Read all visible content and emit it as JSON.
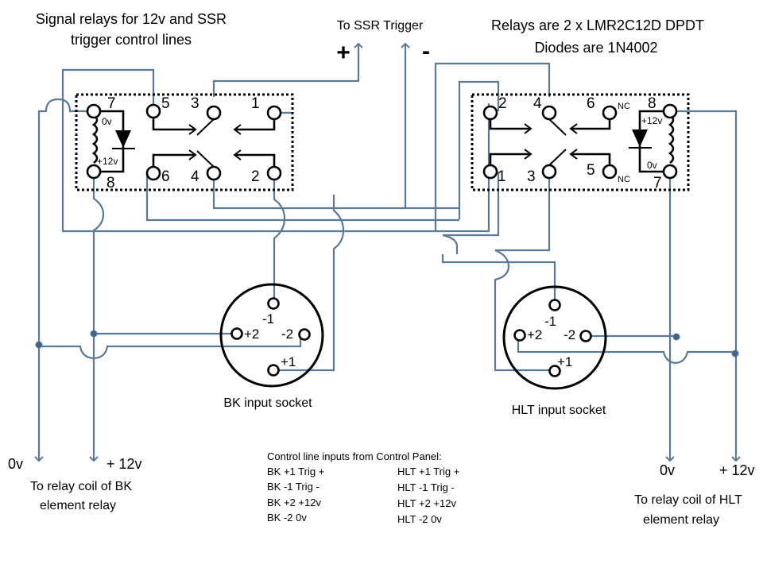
{
  "title_left": [
    "Signal relays for 12v and SSR",
    "trigger control lines"
  ],
  "title_right": [
    "Relays are  2 x LMR2C12D DPDT",
    "Diodes are 1N4002"
  ],
  "ssr": {
    "label": "To SSR Trigger",
    "plus": "+",
    "minus": "-"
  },
  "relay_bk": {
    "pins": {
      "p7": "7",
      "p8": "8",
      "p5": "5",
      "p3": "3",
      "p1": "1",
      "p6": "6",
      "p4": "4",
      "p2": "2"
    },
    "coil_top": "0v",
    "coil_bottom": "+12v"
  },
  "relay_hlt": {
    "pins": {
      "p2": "2",
      "p4": "4",
      "p6": "6",
      "p8": "8",
      "p1": "1",
      "p3": "3",
      "p5": "5",
      "p7": "7"
    },
    "nc": "NC",
    "coil_top": "+12v",
    "coil_bottom": "0v"
  },
  "socket_bk": {
    "label": "BK input socket",
    "m1": "-1",
    "p2": "+2",
    "m2": "-2",
    "p1": "+1"
  },
  "socket_hlt": {
    "label": "HLT input socket",
    "m1": "-1",
    "p2": "+2",
    "m2": "-2",
    "p1": "+1"
  },
  "outputs_bk": {
    "zero": "0v",
    "twelve": "+ 12v",
    "desc": [
      "To relay coil of BK",
      "element relay"
    ]
  },
  "outputs_hlt": {
    "zero": "0v",
    "twelve": "+ 12v",
    "desc": [
      "To relay coil of HLT",
      "element relay"
    ]
  },
  "legend": {
    "title": "Control line inputs from Control Panel:",
    "bk": [
      "BK +1 Trig +",
      "BK -1 Trig -",
      "BK +2 +12v",
      "BK -2  0v"
    ],
    "hlt": [
      "HLT +1 Trig +",
      "HLT -1  Trig -",
      "HLT +2  +12v",
      "HLT -2   0v"
    ]
  },
  "colors": {
    "wire": "#5a7a96",
    "junction": "#3e6592",
    "ink": "#000000"
  }
}
